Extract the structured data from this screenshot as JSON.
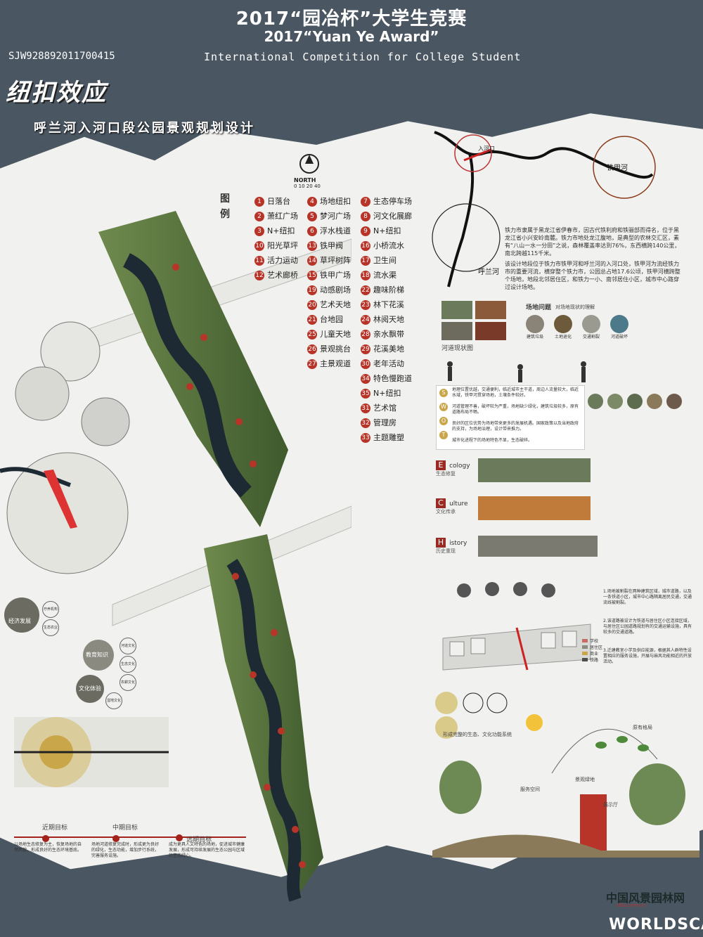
{
  "header": {
    "title_cn": "2017“园冶杯”大学生竞赛",
    "title_en": "2017“Yuan Ye Award”",
    "subtitle_en": "International Competition for College Student",
    "code": "SJW928892011700415"
  },
  "brand": "纽扣效应",
  "project_title": "呼兰河入河口段公园景观规划设计",
  "north": {
    "label": "NORTH",
    "scale": "0 10 20 40"
  },
  "legend": {
    "title": "图例",
    "items": [
      {
        "n": "1",
        "label": "日落台"
      },
      {
        "n": "2",
        "label": "萧红广场"
      },
      {
        "n": "3",
        "label": "N+纽扣"
      },
      {
        "n": "10",
        "label": "阳光草坪"
      },
      {
        "n": "11",
        "label": "活力运动"
      },
      {
        "n": "12",
        "label": "艺术廊桥"
      },
      {
        "n": "4",
        "label": "场地纽扣"
      },
      {
        "n": "5",
        "label": "梦河广场"
      },
      {
        "n": "6",
        "label": "浮水栈道"
      },
      {
        "n": "13",
        "label": "铁甲阀"
      },
      {
        "n": "14",
        "label": "草坪树阵"
      },
      {
        "n": "15",
        "label": "铁甲广场"
      },
      {
        "n": "19",
        "label": "动感剧场"
      },
      {
        "n": "20",
        "label": "艺术天地"
      },
      {
        "n": "21",
        "label": "台地园"
      },
      {
        "n": "25",
        "label": "儿童天地"
      },
      {
        "n": "26",
        "label": "景观挑台"
      },
      {
        "n": "27",
        "label": "主景观道"
      },
      {
        "n": "7",
        "label": "生态停车场"
      },
      {
        "n": "8",
        "label": "河文化展廊"
      },
      {
        "n": "9",
        "label": "N+纽扣"
      },
      {
        "n": "16",
        "label": "小桥流水"
      },
      {
        "n": "17",
        "label": "卫生间"
      },
      {
        "n": "18",
        "label": "流水渠"
      },
      {
        "n": "22",
        "label": "趣味阶梯"
      },
      {
        "n": "23",
        "label": "林下花溪"
      },
      {
        "n": "24",
        "label": "林阅天地"
      },
      {
        "n": "28",
        "label": "亲水飘带"
      },
      {
        "n": "29",
        "label": "花溪美地"
      },
      {
        "n": "30",
        "label": "老年活动"
      },
      {
        "n": "34",
        "label": "特色慢跑道"
      },
      {
        "n": "35",
        "label": "N+纽扣"
      },
      {
        "n": "31",
        "label": "艺术馆"
      },
      {
        "n": "32",
        "label": "管理房"
      },
      {
        "n": "33",
        "label": "主题雕塑"
      }
    ]
  },
  "location_map": {
    "river_tie": "铁甲河",
    "river_hulan": "呼兰河",
    "entrance": "入河口"
  },
  "intro": {
    "p1": "铁力市隶属于黑龙江省伊春市，因古代铁利府和铁骊部而得名，位于黑龙江省小兴安岭南麓。铁力市地处龙江腹地，是典型的农林交汇区，素有“八山一水一分田”之说，森林覆盖率达到76%，东西横跨140公里，南北跨越115千米。",
    "p2": "该设计地段位于铁力市铁甲河和呼兰河的入河口处，铁甲河为流经铁力市的重要河流，横穿整个铁力市，公园总占地17.6公顷，铁甲河横跨整个场地，地段北邻居住区，和铁力一小、南邻居住小区，城市中心路穿过设计场地。"
  },
  "site_issues": {
    "label": "场地问题",
    "sub": "对场地现状的理解",
    "photo_caption": "河道现状图",
    "items": [
      "建筑垃圾",
      "土地退化",
      "交通割裂",
      "河道破坏"
    ]
  },
  "swot": {
    "letters": [
      "S",
      "W",
      "O",
      "T"
    ],
    "s_text": "地理位置优越，交通便利，临近城市主干道，周边人流量较大，临近水域，铁甲河贯穿场地，土壤条件较好。",
    "w_text": "河道管理不善，破坏较为严重，场地缺少绿化，建筑垃圾较多，原有道路布局不畅。",
    "o_text": "良好的区位优势为场地带来更多的发展机遇。国家政策以及当地政府的支持，为场地治理，设计带来推力。",
    "t_text": "城市化进程下的场地特色不显，生态破碎。"
  },
  "ech": {
    "ecology": {
      "letter": "E",
      "word": "cology",
      "cn": "生态修复"
    },
    "culture": {
      "letter": "C",
      "word": "ulture",
      "cn": "文化传承"
    },
    "history": {
      "letter": "H",
      "word": "istory",
      "cn": "历史重现"
    }
  },
  "analysis_text": {
    "a1": "1.场地被割裂在两种建筑区域，城市道路，以及一条铁道小区，城市中心路隔离居民交通，交通流线被割裂。",
    "a2": "2.该道路被设计为铁道与居住区小区连接区域，与居住区公园道路规划有的交通运输设施，具有较多的交通道路。",
    "a3": "3.迁建教室小学及供应能源，根据其人群特性设置相应的服务设施，开展与麻风功能相近的开放活动。"
  },
  "diagram_legend": [
    "学校",
    "居住区",
    "商业",
    "铁路"
  ],
  "economy_tree": {
    "root": "经济发展",
    "education": "教育知识",
    "culture": "文化体验",
    "leaves": [
      "疗养机构",
      "生态农业",
      "河道文化",
      "生态文化",
      "农耕文化",
      "湿地文化"
    ]
  },
  "timeline": {
    "near": "近期目标",
    "mid": "中期目标",
    "far": "远期目标",
    "near_text": "以场地生态修复为主，恢复场地的自然风貌，形成良好的生态环境基底。",
    "mid_text": "场地河道修复完成时，形成更为良好的绿化，生态功能，增加步行系统，完善服务设施。",
    "far_text": "成为更具人文特色的场地，促进城市健康发展，形成可持续发展的生态公园与区域的生态绿心。"
  },
  "section": {
    "label1": "服务空间",
    "label2": "展示厅",
    "label3": "景观绿地",
    "label4": "原有格局",
    "label5": "形成完整的生态、文化功能系统"
  },
  "footer": {
    "logo_cn": "中国风景园林网",
    "logo_url": "chla.com.cn",
    "worldscape": "WORLDSCAPE"
  }
}
